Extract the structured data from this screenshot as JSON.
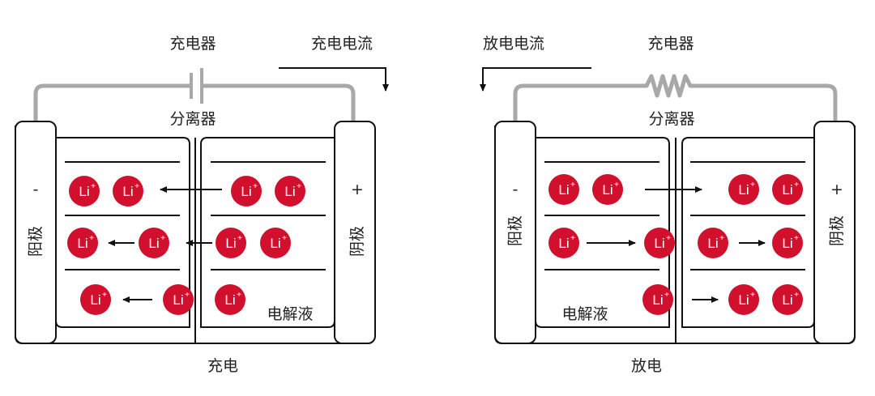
{
  "colors": {
    "ion": "#D0102C",
    "wire": "#A8A8A8",
    "outline": "#111111",
    "text": "#222222"
  },
  "ion": {
    "label": "Li",
    "sup": "+"
  },
  "left": {
    "source_label": "充电器",
    "current_label": "充电电流",
    "separator_label": "分离器",
    "left_electrode_sign": "-",
    "left_electrode_label": "阳极",
    "right_electrode_sign": "+",
    "right_electrode_label": "阴极",
    "electrolyte_label": "电解液",
    "caption": "充电"
  },
  "right": {
    "source_label": "充电器",
    "current_label": "放电电流",
    "separator_label": "分离器",
    "left_electrode_sign": "-",
    "left_electrode_label": "阳极",
    "right_electrode_sign": "+",
    "right_electrode_label": "阴极",
    "electrolyte_label": "电解液",
    "caption": "放电"
  }
}
